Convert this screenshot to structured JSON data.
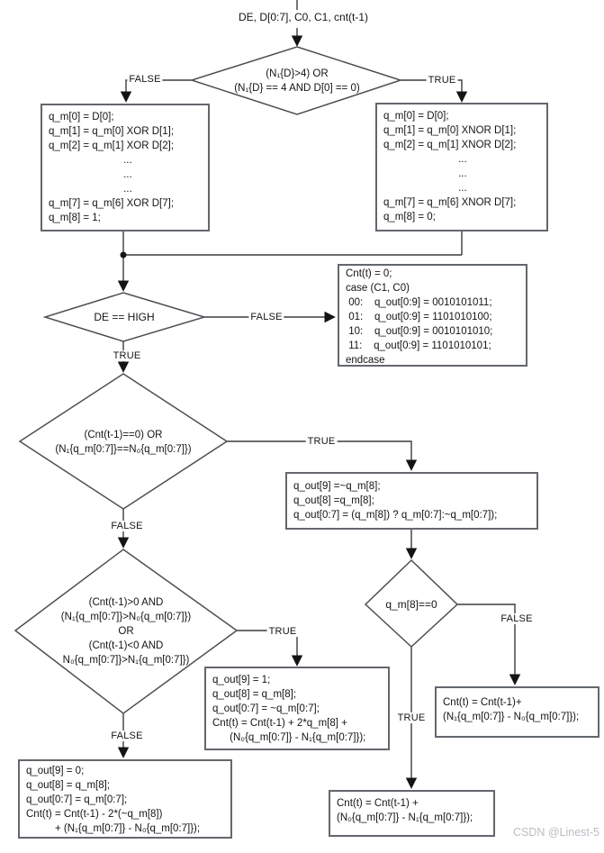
{
  "colors": {
    "ink": "#141414",
    "line": "#3c3c3c",
    "shape": "#4c4f54",
    "border": "#63676d",
    "watermark": "#b9bdc4"
  },
  "flow": {
    "entry_label": "DE, D[0:7], C0, C1, cnt(t-1)",
    "labels": {
      "true": "TRUE",
      "false": "FALSE"
    },
    "decisions": {
      "ones_count": {
        "lines": [
          "(N₁{D}>4) OR",
          "(N₁{D} == 4 AND D[0] == 0)"
        ]
      },
      "de_high": {
        "text": "DE == HIGH"
      },
      "cnt_zero_or_balanced": {
        "lines": [
          "(Cnt(t-1)==0) OR",
          "(N₁{q_m[0:7]}==N₀{q_m[0:7]})"
        ]
      },
      "disparity_check": {
        "lines": [
          "(Cnt(t-1)>0 AND",
          "(N₁{q_m[0:7]}>N₀{q_m[0:7]})",
          "OR",
          "(Cnt(t-1)<0 AND",
          "N₀{q_m[0:7]}>N₁{q_m[0:7]})"
        ]
      },
      "qm8_zero": {
        "text": "q_m[8]==0"
      }
    },
    "boxes": {
      "xor_encode": {
        "lines": [
          "q_m[0] = D[0];",
          "q_m[1] = q_m[0] XOR D[1];",
          "q_m[2] = q_m[1] XOR D[2];",
          "                          ...",
          "                          ...",
          "                          ...",
          "q_m[7] = q_m[6] XOR D[7];",
          "q_m[8] = 1;"
        ]
      },
      "xnor_encode": {
        "lines": [
          "q_m[0] = D[0];",
          "q_m[1] = q_m[0] XNOR D[1];",
          "q_m[2] = q_m[1] XNOR D[2];",
          "                          ...",
          "                          ...",
          "                          ...",
          "q_m[7] = q_m[6] XNOR D[7];",
          "q_m[8] = 0;"
        ]
      },
      "control_case": {
        "lines": [
          "Cnt(t) = 0;",
          "case (C1, C0)",
          " 00:    q_out[0:9] = 0010101011;",
          " 01:    q_out[0:9] = 1101010100;",
          " 10:    q_out[0:9] = 0010101010;",
          " 11:    q_out[0:9] = 1101010101;",
          "endcase"
        ]
      },
      "balanced_output": {
        "lines": [
          "q_out[9] =~q_m[8];",
          "q_out[8] =q_m[8];",
          "q_out[0:7] = (q_m[8]) ? q_m[0:7]:~q_m[0:7]);"
        ]
      },
      "invert_output": {
        "lines": [
          "q_out[9] = 1;",
          "q_out[8] = q_m[8];",
          "q_out[0:7] = ~q_m[0:7];",
          "Cnt(t) = Cnt(t-1) + 2*q_m[8] +",
          "      (N₀{q_m[0:7]} - N₁{q_m[0:7]});"
        ]
      },
      "keep_output": {
        "lines": [
          "q_out[9] = 0;",
          "q_out[8] = q_m[8];",
          "q_out[0:7] = q_m[0:7];",
          "Cnt(t) = Cnt(t-1) - 2*(~q_m[8])",
          "          + (N₁{q_m[0:7]} - N₀{q_m[0:7]});"
        ]
      },
      "cnt_update_false": {
        "lines": [
          "Cnt(t) = Cnt(t-1)+",
          "(N₁{q_m[0:7]} - N₀{q_m[0:7]});"
        ]
      },
      "cnt_update_true": {
        "lines": [
          "Cnt(t) = Cnt(t-1) +",
          "(N₀{q_m[0:7]} - N₁{q_m[0:7]});"
        ]
      }
    }
  },
  "watermark": "CSDN @Linest-5"
}
